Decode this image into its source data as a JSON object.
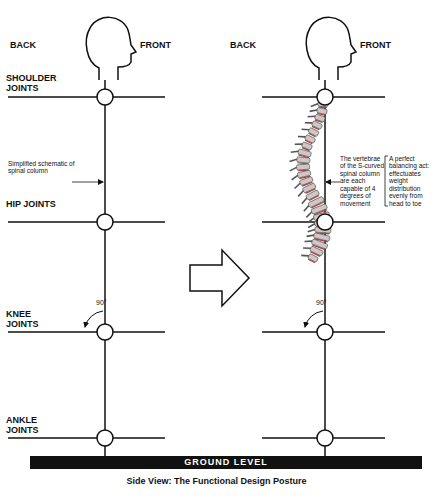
{
  "diagram": {
    "caption": "Side View: The Functional Design Posture",
    "nodes": [
      {
        "text": [
          "GROUND LEVEL"
        ]
      }
    ],
    "labels": [
      "BACK",
      "FRONT",
      "BACK",
      "FRONT",
      "SHOULDER JOINTS",
      "Simplified schematic of spinal column",
      "The vertebrae of the S-curved spinal column are each capable of 4 degrees of movement",
      "A perfect balancing act: effectuates weight distribution evenly from head to toe",
      "HIP JOINTS",
      "90°",
      "90°",
      "KNEE JOINTS",
      "ANKLE JOINTS"
    ]
  }
}
